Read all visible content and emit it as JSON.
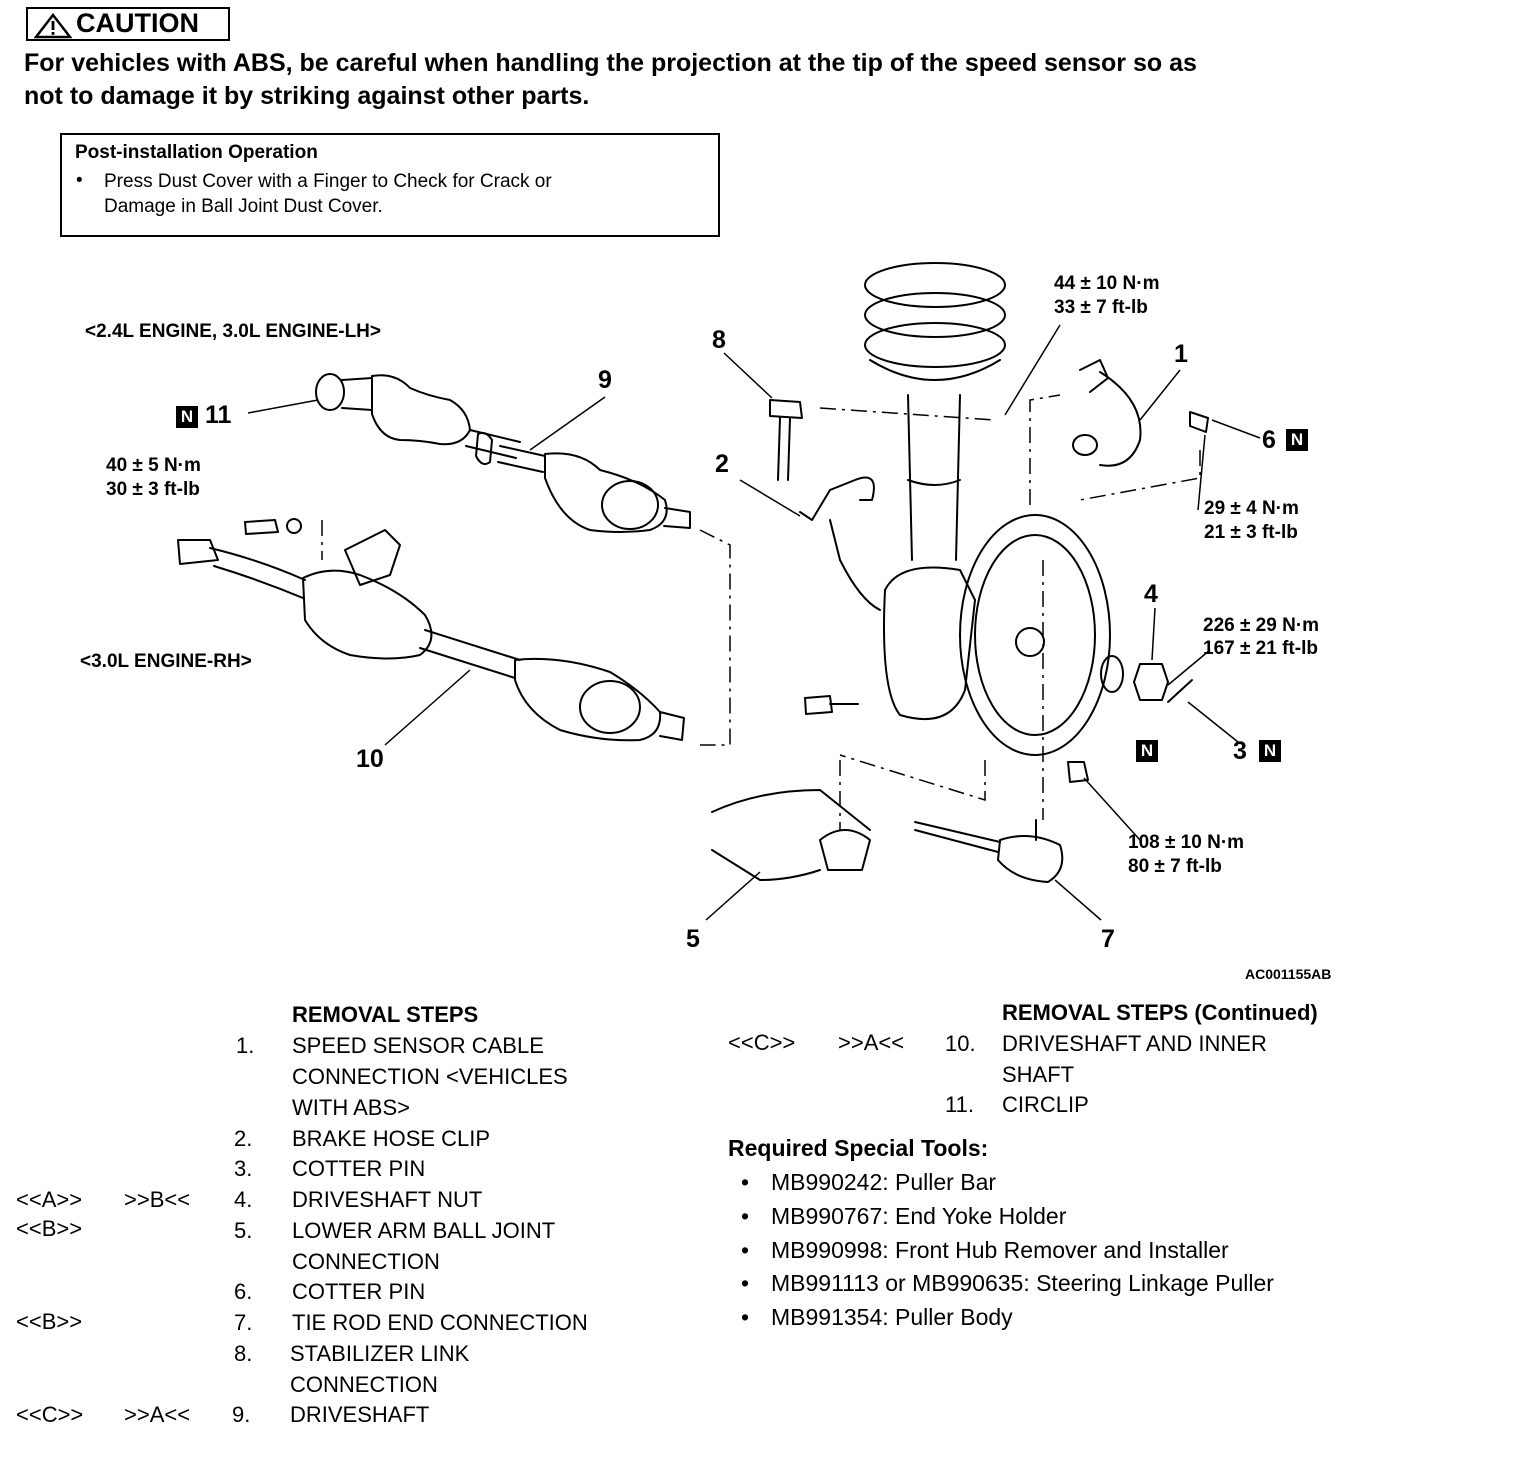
{
  "caution": {
    "title": "CAUTION",
    "text_line1": "For vehicles with ABS, be careful when handling the projection at the tip of the speed sensor so as",
    "text_line2": "not to damage it by striking against other parts."
  },
  "post_installation": {
    "title": "Post-installation Operation",
    "bullet_line1": "Press Dust Cover with a Finger to Check for Crack or",
    "bullet_line2": "Damage in Ball Joint Dust Cover."
  },
  "diagram": {
    "engine_label_lh": "<2.4L ENGINE, 3.0L ENGINE-LH>",
    "engine_label_rh": "<3.0L ENGINE-RH>",
    "badge_text": "N",
    "torque_40": {
      "nm": "40 ± 5 N·m",
      "ftlb": "30 ± 3 ft-lb"
    },
    "torque_44": {
      "nm": "44 ± 10 N·m",
      "ftlb": "33 ± 7 ft-lb"
    },
    "torque_29": {
      "nm": "29 ± 4 N·m",
      "ftlb": "21 ± 3 ft-lb"
    },
    "torque_226": {
      "nm": "226 ± 29 N·m",
      "ftlb": "167 ± 21 ft-lb"
    },
    "torque_108": {
      "nm": "108 ± 10 N·m",
      "ftlb": "80 ± 7 ft-lb"
    },
    "callouts": {
      "c1": "1",
      "c2": "2",
      "c3": "3",
      "c4": "4",
      "c5": "5",
      "c6": "6",
      "c7": "7",
      "c8": "8",
      "c9": "9",
      "c10": "10",
      "c11": "11"
    },
    "figure_code": "AC001155AB"
  },
  "removal_steps": {
    "heading": "REMOVAL STEPS",
    "heading_continued": "REMOVAL STEPS (Continued)",
    "items": [
      {
        "num": "1.",
        "lines": [
          "SPEED SENSOR CABLE",
          "CONNECTION <VEHICLES",
          "WITH ABS>"
        ],
        "remove": "",
        "install": ""
      },
      {
        "num": "2.",
        "lines": [
          "BRAKE HOSE CLIP"
        ],
        "remove": "",
        "install": ""
      },
      {
        "num": "3.",
        "lines": [
          "COTTER PIN"
        ],
        "remove": "",
        "install": ""
      },
      {
        "num": "4.",
        "lines": [
          "DRIVESHAFT NUT"
        ],
        "remove": "<<A>>",
        "install": ">>B<<"
      },
      {
        "num": "5.",
        "lines": [
          "LOWER ARM BALL JOINT",
          "CONNECTION"
        ],
        "remove": "<<B>>",
        "install": ""
      },
      {
        "num": "6.",
        "lines": [
          "COTTER PIN"
        ],
        "remove": "",
        "install": ""
      },
      {
        "num": "7.",
        "lines": [
          "TIE ROD END CONNECTION"
        ],
        "remove": "<<B>>",
        "install": ""
      },
      {
        "num": "8.",
        "lines": [
          "STABILIZER LINK",
          "CONNECTION"
        ],
        "remove": "",
        "install": ""
      },
      {
        "num": "9.",
        "lines": [
          "DRIVESHAFT"
        ],
        "remove": "<<C>>",
        "install": ">>A<<"
      },
      {
        "num": "10.",
        "lines": [
          "DRIVESHAFT AND INNER",
          "SHAFT"
        ],
        "remove": "<<C>>",
        "install": ">>A<<"
      },
      {
        "num": "11.",
        "lines": [
          "CIRCLIP"
        ],
        "remove": "",
        "install": ""
      }
    ]
  },
  "special_tools": {
    "heading": "Required Special Tools:",
    "items": [
      "MB990242: Puller Bar",
      "MB990767: End Yoke Holder",
      "MB990998: Front Hub Remover and Installer",
      "MB991113 or MB990635: Steering Linkage Puller",
      "MB991354: Puller Body"
    ]
  }
}
